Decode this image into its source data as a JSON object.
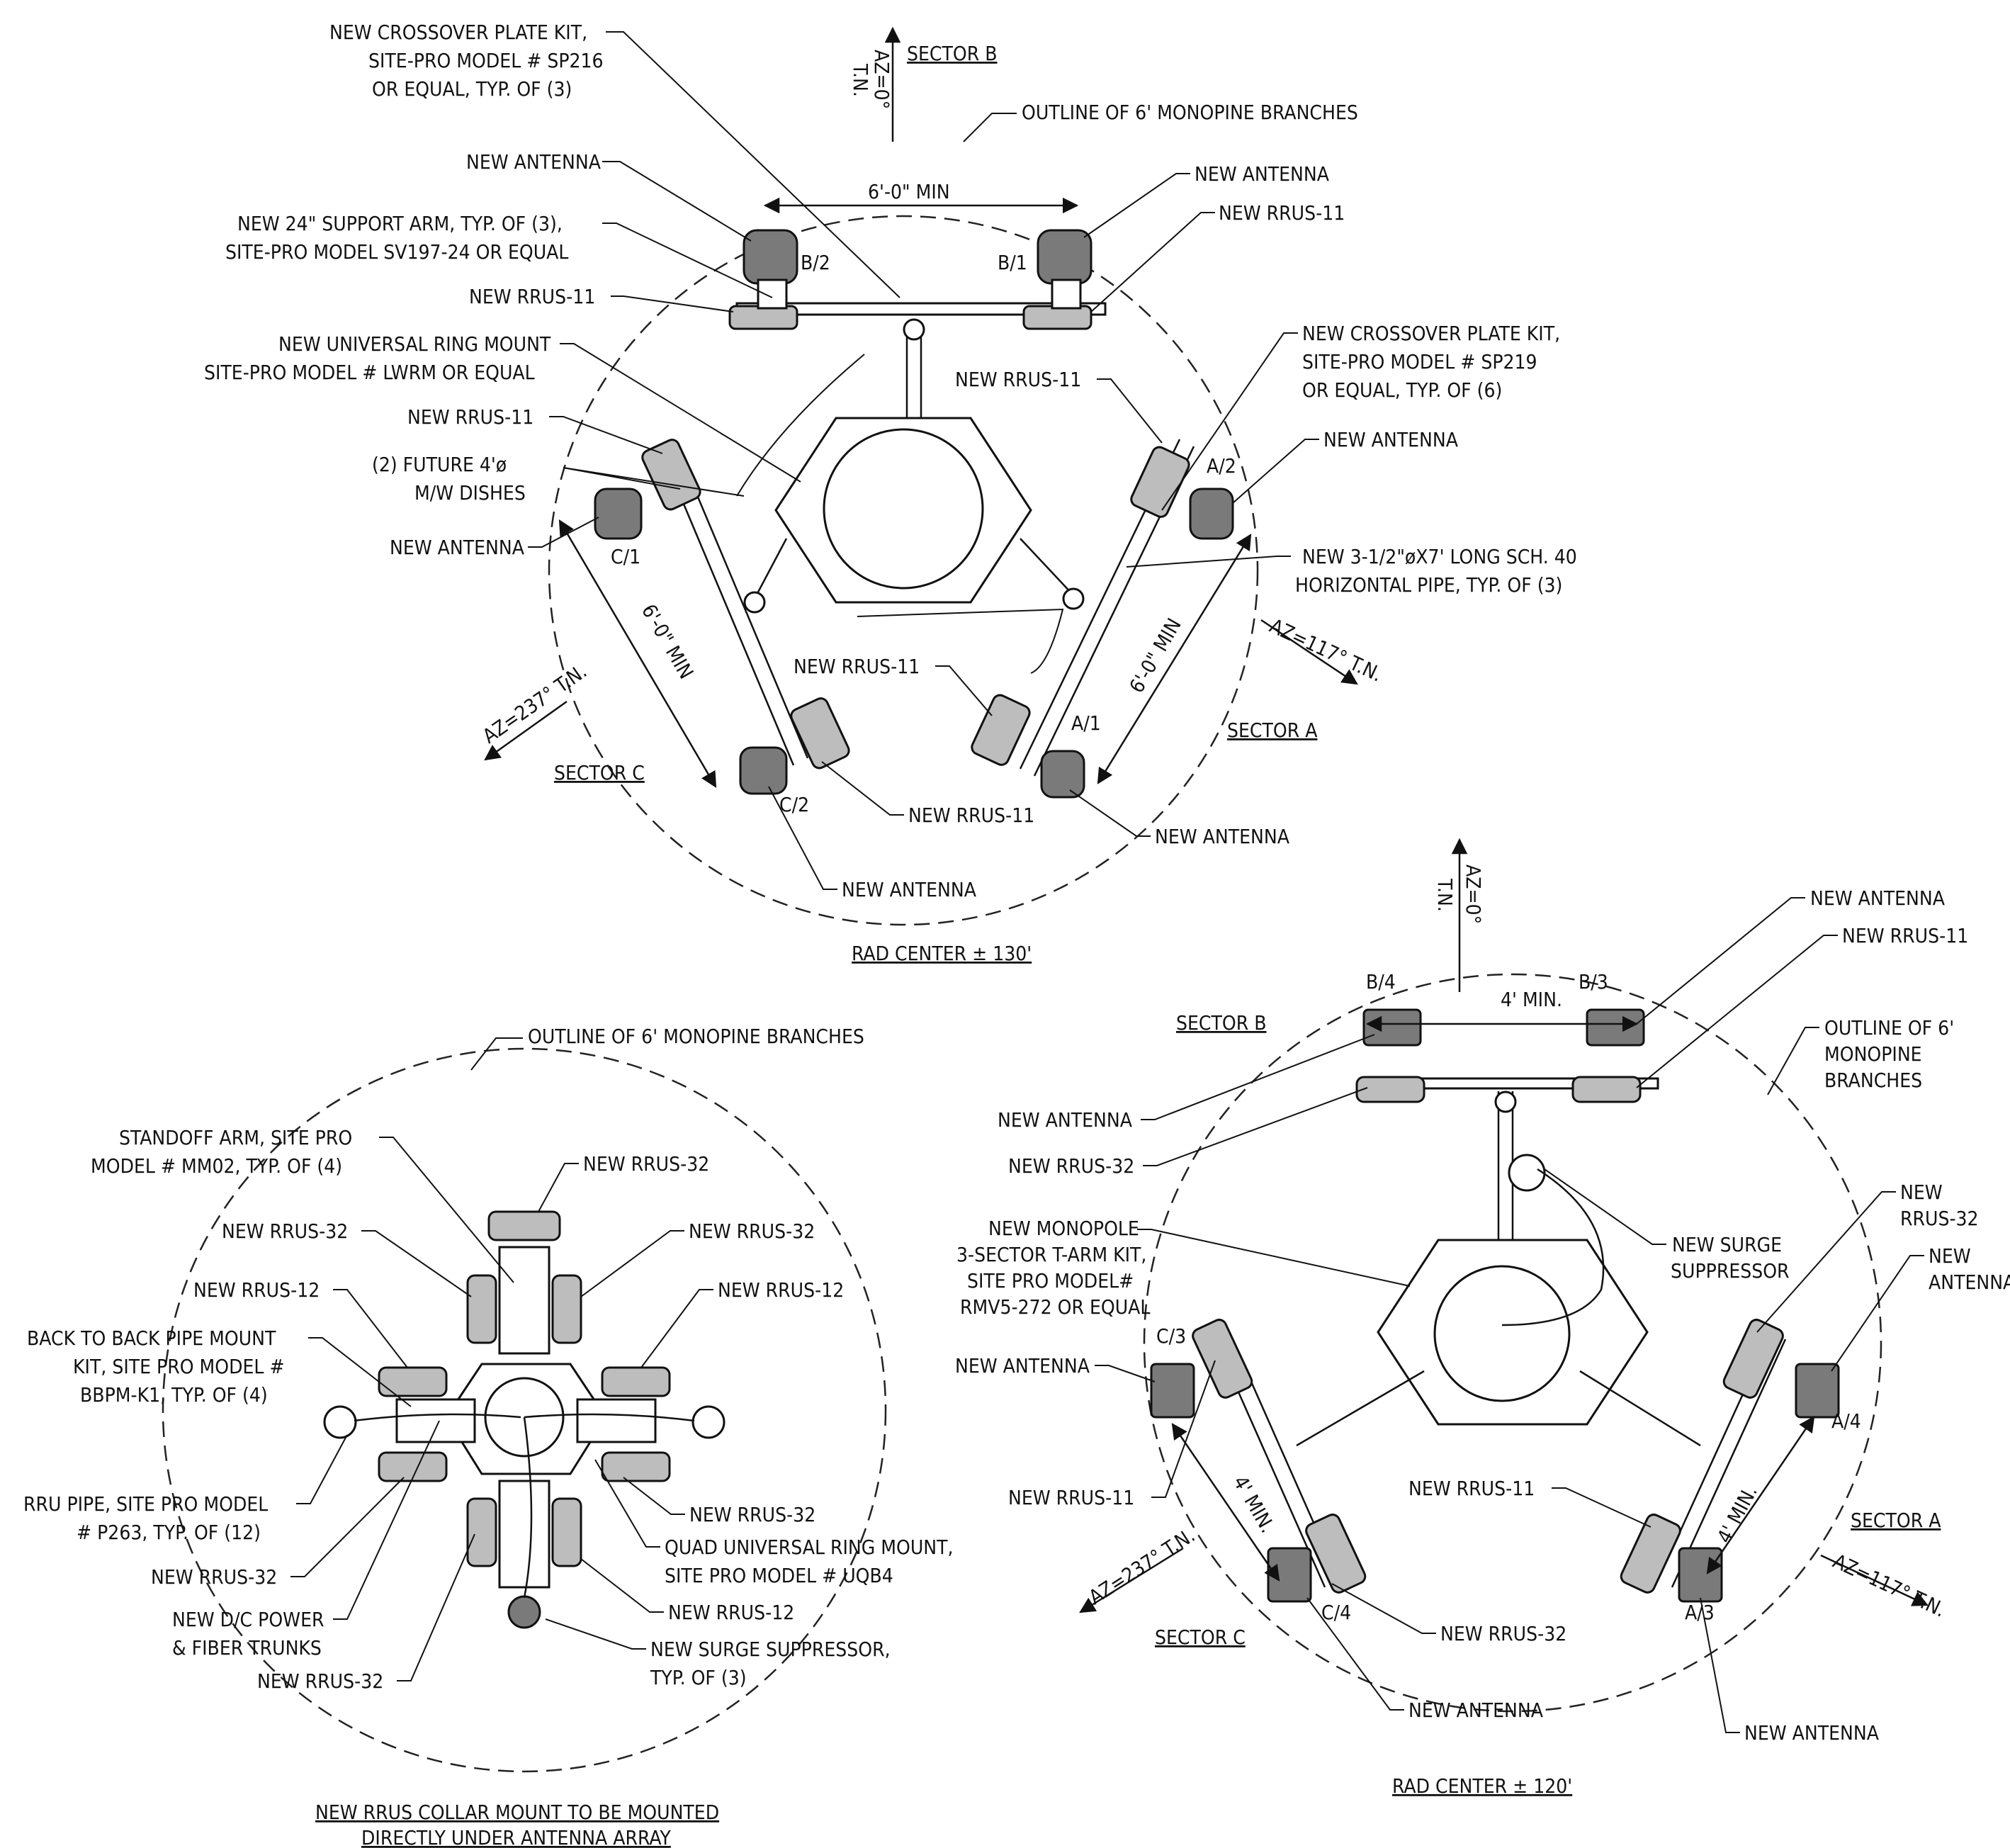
{
  "diagram1": {
    "north": "AZ=0° T.N.",
    "sector_b": "SECTOR B",
    "sector_a": "SECTOR A",
    "sector_c": "SECTOR C",
    "az_a": "AZ=117° T.N.",
    "az_c": "AZ=237° T.N.",
    "crossover_sp216": "NEW CROSSOVER PLATE KIT, SITE-PRO MODEL # SP216 OR EQUAL, TYP. OF (3)",
    "outline": "OUTLINE OF 6' MONOPINE BRANCHES",
    "new_antenna": "NEW ANTENNA",
    "new_rrus11": "NEW RRUS-11",
    "support_arm": "NEW 24\" SUPPORT ARM, TYP. OF (3), SITE-PRO MODEL SV197-24 OR EQUAL",
    "ring_mount": "NEW UNIVERSAL RING MOUNT SITE-PRO MODEL # LWRM OR EQUAL",
    "dishes": "(2) FUTURE 4'ø M/W DISHES",
    "crossover_sp219": "NEW CROSSOVER PLATE KIT, SITE-PRO MODEL # SP219 OR EQUAL, TYP. OF (6)",
    "horiz_pipe": "NEW 3-1/2\"øX7' LONG SCH. 40 HORIZONTAL PIPE, TYP. OF (3)",
    "dim": "6'-0\" MIN",
    "positions": [
      "B/2",
      "B/1",
      "A/2",
      "A/1",
      "C/1",
      "C/2"
    ],
    "rad_center": "RAD CENTER ± 130'"
  },
  "diagram2": {
    "outline": "OUTLINE OF 6' MONOPINE BRANCHES",
    "standoff": "STANDOFF ARM, SITE PRO MODEL # MM02, TYP. OF (4)",
    "rrus32": "NEW RRUS-32",
    "rrus12": "NEW RRUS-12",
    "b2b": "BACK TO BACK PIPE MOUNT KIT, SITE PRO MODEL # BBPM-K1, TYP. OF (4)",
    "rru_pipe": "RRU PIPE, SITE PRO MODEL # P263, TYP. OF (12)",
    "power": "NEW D/C POWER & FIBER TRUNKS",
    "quad": "QUAD UNIVERSAL RING MOUNT, SITE PRO MODEL # UQB4",
    "surge": "NEW SURGE SUPPRESSOR, TYP. OF (3)",
    "caption": "NEW RRUS COLLAR MOUNT TO BE MOUNTED DIRECTLY UNDER ANTENNA ARRAY"
  },
  "diagram3": {
    "north": "AZ=0° T.N.",
    "sector_b": "SECTOR B",
    "sector_a": "SECTOR A",
    "sector_c": "SECTOR C",
    "az_a": "AZ=117° T.N.",
    "az_c": "AZ=237° T.N.",
    "new_antenna": "NEW ANTENNA",
    "rrus11": "NEW RRUS-11",
    "rrus32": "NEW RRUS-32",
    "outline": "OUTLINE OF 6' MONOPINE BRANCHES",
    "tarm": "NEW MONOPOLE 3-SECTOR T-ARM KIT, SITE PRO MODEL# RMV5-272 OR EQUAL",
    "surge": "NEW SURGE SUPPRESSOR",
    "rrus32_right": "NEW RRUS-32",
    "antenna_right": "NEW ANTENNA",
    "dim": "4' MIN.",
    "positions": [
      "B/4",
      "B/3",
      "C/3",
      "C/4",
      "A/4",
      "A/3"
    ],
    "rad_center": "RAD CENTER ± 120'"
  }
}
